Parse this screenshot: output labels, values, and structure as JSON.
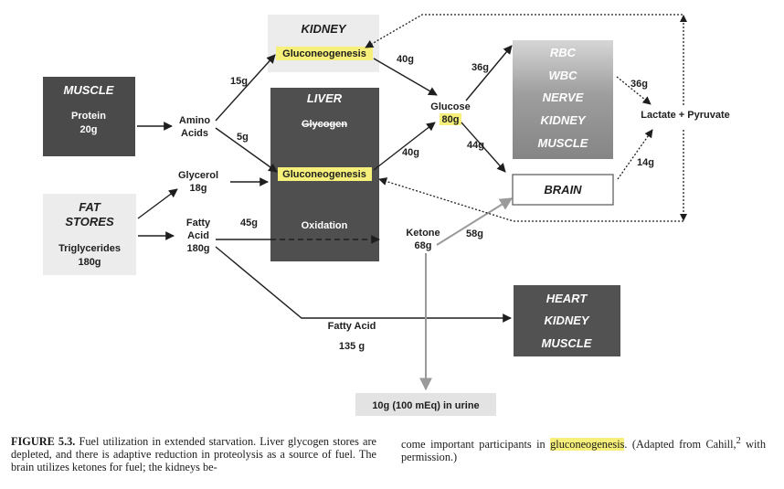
{
  "colors": {
    "highlight": "#f6f07a",
    "muscle_box": "#4a4a4a",
    "liver_box": "#4f4f4f",
    "light_box": "#ececec",
    "dark_box": "#525252",
    "grey_arrow": "#9a9a9a"
  },
  "nodes": {
    "kidney": {
      "title": "KIDNEY",
      "process": "Gluconeogenesis"
    },
    "muscle": {
      "title": "MUSCLE",
      "line1": "Protein",
      "line2": "20g"
    },
    "liver": {
      "title": "LIVER",
      "glycogen": "Glycogen",
      "gluconeogenesis": "Gluconeogenesis",
      "oxidation": "Oxidation"
    },
    "fat_stores": {
      "title_line1": "FAT",
      "title_line2": "STORES",
      "line1": "Triglycerides",
      "line2": "180g"
    },
    "amino_acids": {
      "line1": "Amino",
      "line2": "Acids"
    },
    "glycerol": {
      "line1": "Glycerol",
      "line2": "18g"
    },
    "fatty_acid": {
      "line1": "Fatty",
      "line2": "Acid",
      "line3": "180g"
    },
    "glucose": {
      "label": "Glucose",
      "amount": "80g"
    },
    "ketone": {
      "label": "Ketone",
      "amount": "68g"
    },
    "tissues": [
      "RBC",
      "WBC",
      "NERVE",
      "KIDNEY",
      "MUSCLE"
    ],
    "brain": "BRAIN",
    "lactate_pyruvate": "Lactate + Pyruvate",
    "heart_group": [
      "HEART",
      "KIDNEY",
      "MUSCLE"
    ],
    "urine": "10g  (100 mEq) in urine",
    "fatty_acid_flow": {
      "line1": "Fatty Acid",
      "line2": "135 g"
    }
  },
  "flows": {
    "amino_to_kidney": "15g",
    "amino_to_liver": "5g",
    "kidney_to_glucose": "40g",
    "liver_to_glucose": "40g",
    "glucose_to_tissues": "36g",
    "glucose_to_brain": "44g",
    "tissues_to_lactate": "36g",
    "brain_to_lactate": "14g",
    "fatty_acid_to_liver": "45g",
    "ketone_to_brain": "58g"
  },
  "caption": {
    "label": "FIGURE 5.3.",
    "text_left": "Fuel utilization in extended starvation. Liver glycogen stores are depleted, and there is adaptive reduction in proteolysis as a source of fuel. The brain utilizes ketones for fuel; the kidneys be-",
    "text_right_1": "come important participants in",
    "text_right_hl": "gluconeogenesis",
    "text_right_2": ". (Adapted from Cahill,",
    "ref": "2",
    "text_right_3": " with permission.)"
  }
}
